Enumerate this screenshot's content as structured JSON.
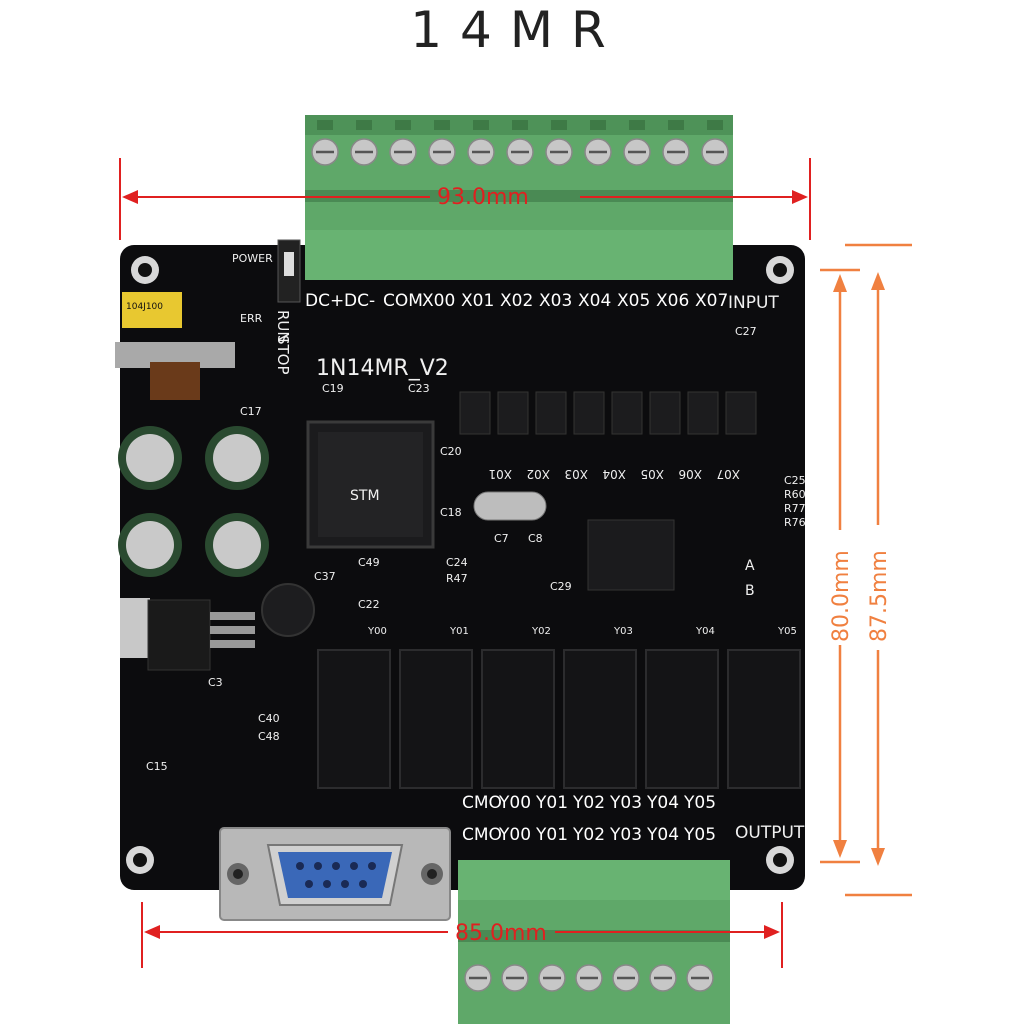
{
  "title": "14MR",
  "dimensions": {
    "width_top": "93.0mm",
    "width_bottom": "85.0mm",
    "height_inner": "80.0mm",
    "height_outer": "87.5mm"
  },
  "colors": {
    "dimension_red": "#e02020",
    "dimension_orange": "#f08040",
    "board": "#0c0c0e",
    "terminal_green": "#5fa869",
    "silkscreen": "#f0f0f0"
  },
  "board": {
    "model": "1N14MR_V2",
    "input_label": "INPUT",
    "output_label": "OUTPUT",
    "power_label": "POWER",
    "err_label": "ERR",
    "run_label": "RUN",
    "stop_label": "STOP",
    "inductor_marking": "104J100",
    "input_terminals": [
      "DC+",
      "DC-",
      "COM",
      "X00",
      "X01",
      "X02",
      "X03",
      "X04",
      "X05",
      "X06",
      "X07"
    ],
    "output_terminals": [
      "CMO",
      "Y00",
      "Y01",
      "Y02",
      "Y03",
      "Y04",
      "Y05"
    ],
    "relay_labels": [
      "Y00",
      "Y01",
      "Y02",
      "Y03",
      "Y04",
      "Y05"
    ],
    "optocoupler_labels": [
      "X01",
      "X02",
      "X03",
      "X04",
      "X05",
      "X06",
      "X07"
    ],
    "components": [
      "C19",
      "C23",
      "C20",
      "C17",
      "C18",
      "C7",
      "C8",
      "C49",
      "C24",
      "C37",
      "R47",
      "C22",
      "C29",
      "C27",
      "C25",
      "R60",
      "R77",
      "R76",
      "C15",
      "C40",
      "C48",
      "C3"
    ],
    "chip_marking": "STM",
    "rs485_pins": [
      "A",
      "B"
    ]
  }
}
